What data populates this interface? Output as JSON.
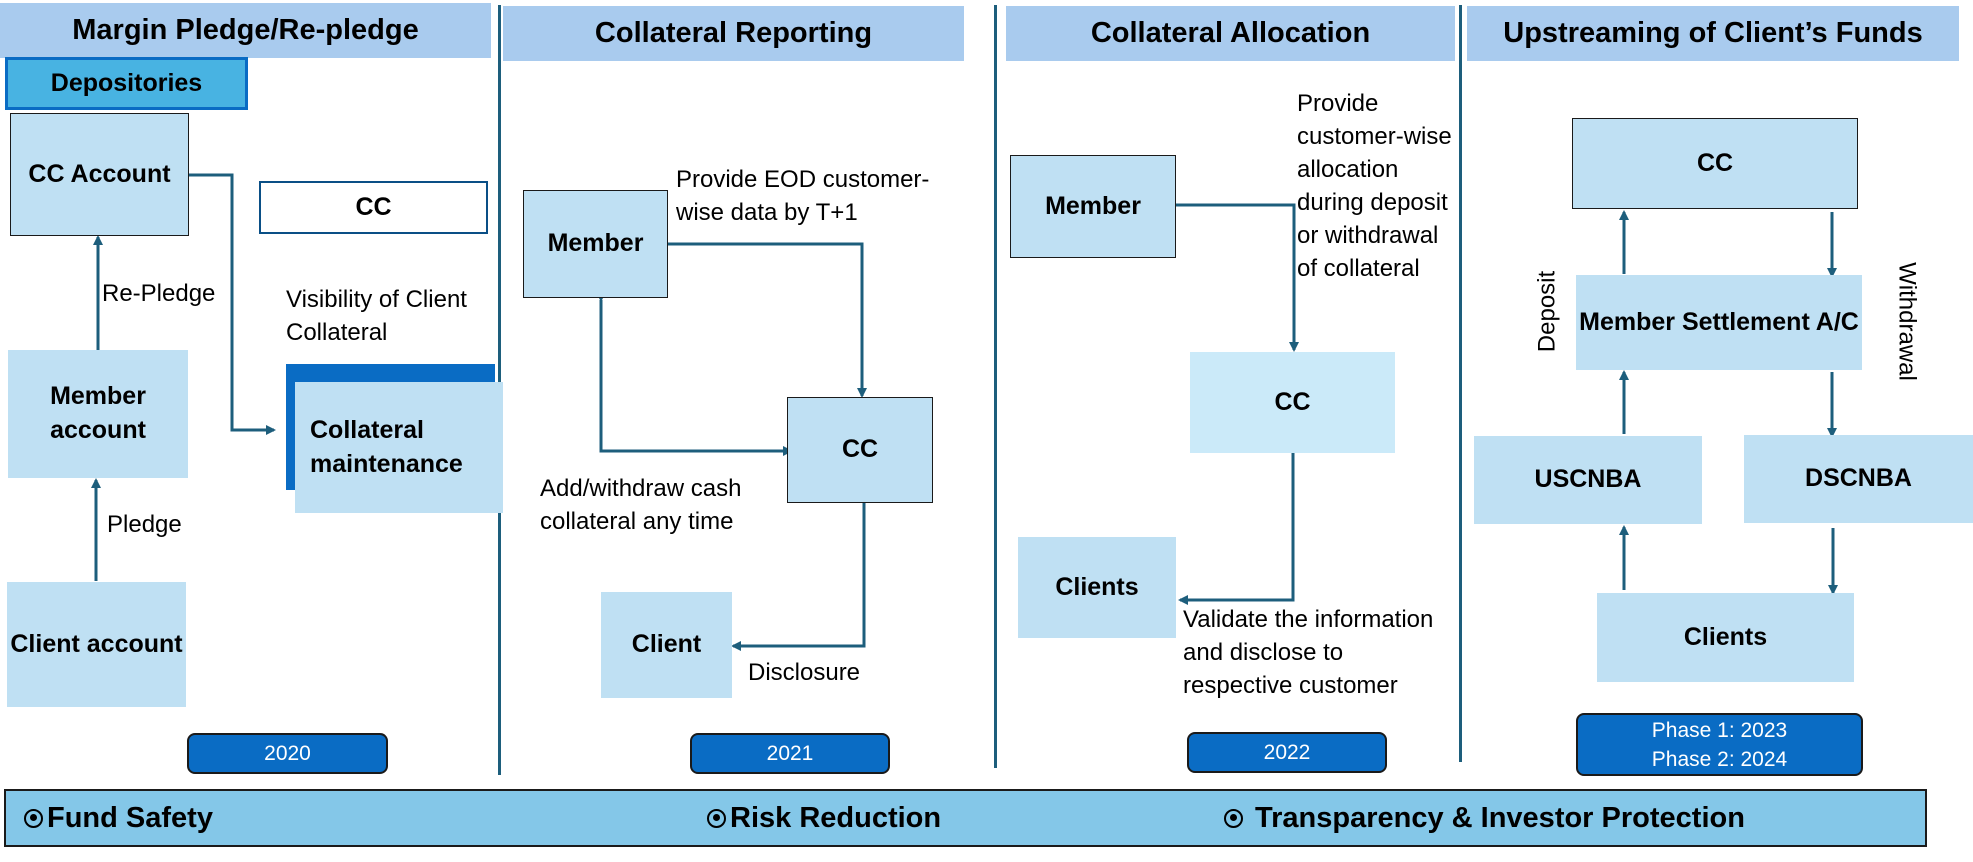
{
  "panels": {
    "margin": {
      "title": "Margin Pledge/Re-pledge",
      "depositories": "Depositories",
      "cc_account": "CC Account",
      "cc": "CC",
      "re_pledge": "Re-Pledge",
      "visibility": "Visibility of Client Collateral",
      "member_account": "Member account",
      "collateral_maintenance": "Collateral maintenance",
      "pledge": "Pledge",
      "client_account": "Client account",
      "year": "2020"
    },
    "reporting": {
      "title": "Collateral Reporting",
      "member": "Member",
      "provide_eod": "Provide EOD customer-wise data by T+1",
      "cc": "CC",
      "add_withdraw": "Add/withdraw cash collateral any time",
      "client": "Client",
      "disclosure": "Disclosure",
      "year": "2021"
    },
    "allocation": {
      "title": "Collateral Allocation",
      "member": "Member",
      "provide_allocation": "Provide customer-wise allocation during deposit or withdrawal of collateral",
      "cc": "CC",
      "clients": "Clients",
      "validate": "Validate the information and disclose to respective customer",
      "year": "2022"
    },
    "upstreaming": {
      "title": "Upstreaming of Client’s Funds",
      "cc": "CC",
      "deposit": "Deposit",
      "withdrawal": "Withdrawal",
      "member_settlement": "Member Settlement A/C",
      "uscnba": "USCNBA",
      "dscnba": "DSCNBA",
      "clients": "Clients",
      "phase1": "Phase 1: 2023",
      "phase2": "Phase 2: 2024"
    }
  },
  "benefits": [
    "Fund Safety",
    "Risk Reduction",
    "Transparency & Investor Protection"
  ],
  "colors": {
    "header": "#a9cbee",
    "box": "#bfe0f3",
    "depositories": "#48b3e2",
    "collateral_accent": "#0a6cc4",
    "year_badge": "#0a6cc4",
    "arrow": "#1d5e7c",
    "bottom_bar": "#84c7e8"
  }
}
